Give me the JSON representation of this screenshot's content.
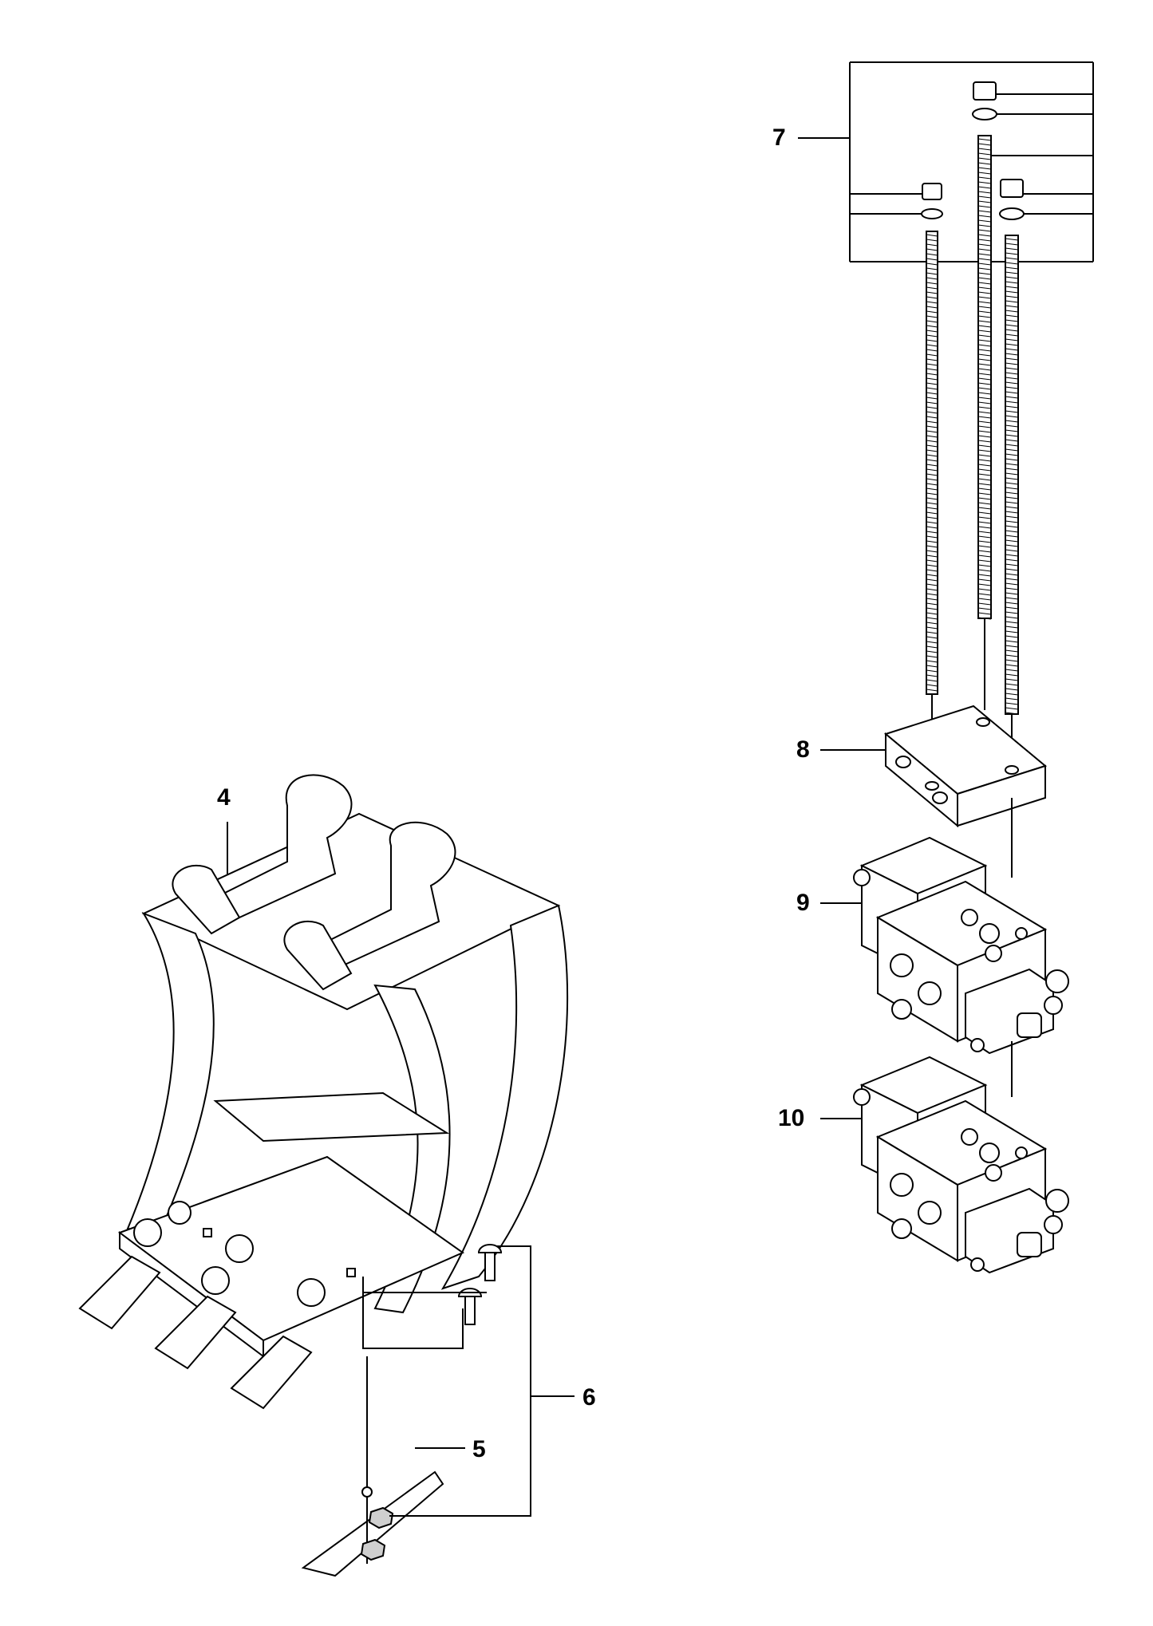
{
  "callouts": {
    "c4": "4",
    "c5": "5",
    "c6": "6",
    "c7": "7",
    "c8": "8",
    "c9": "9",
    "c10": "10"
  },
  "colors": {
    "line": "#000000",
    "background": "#ffffff"
  }
}
